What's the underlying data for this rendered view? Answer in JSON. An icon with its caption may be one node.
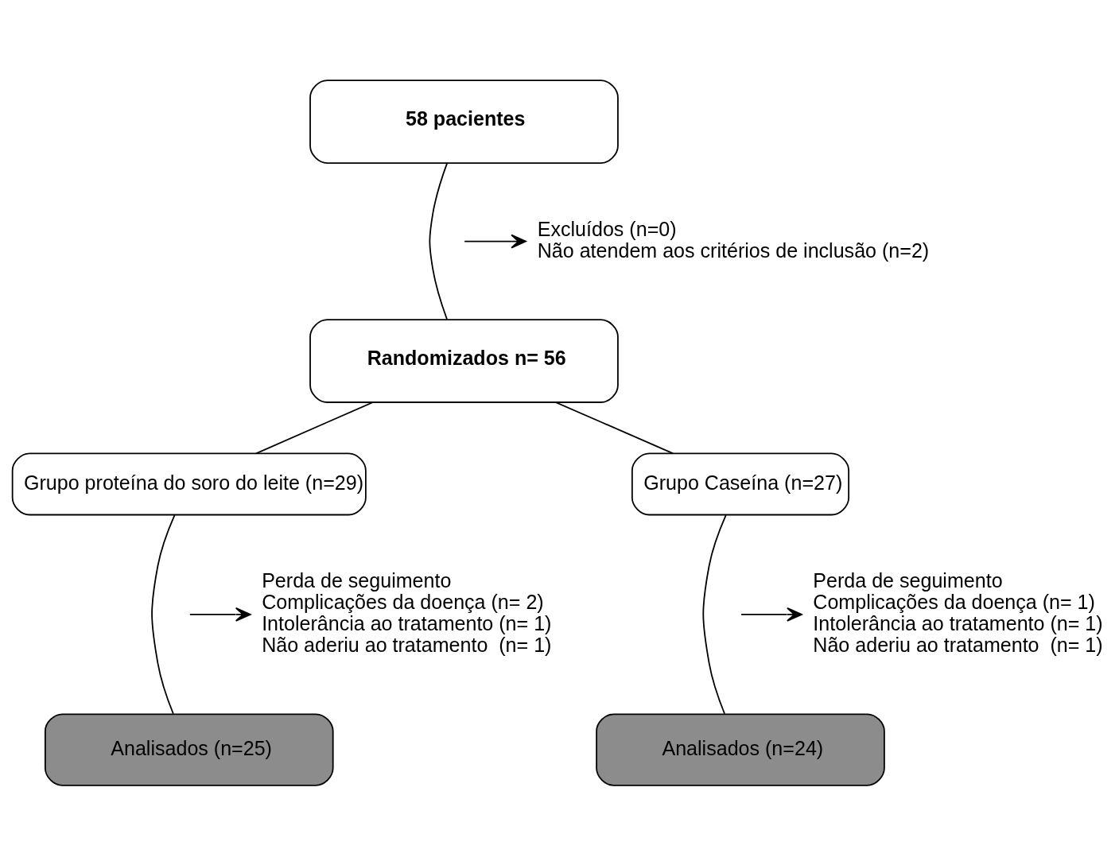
{
  "diagram": {
    "nodes": [
      {
        "text": [
          "58 pacientes"
        ]
      },
      {
        "text": [
          "Excluídos (n=0)",
          "Não atendem aos critérios de inclusão (n=2)"
        ]
      },
      {
        "text": [
          "Randomizados n= 56"
        ]
      },
      {
        "text": [
          "Grupo proteína do soro do leite (n=29)"
        ]
      },
      {
        "text": [
          "Grupo Caseína (n=27)"
        ]
      },
      {
        "text": [
          "Perda de seguimento",
          "Complicações da doença (n= 2)",
          "Intolerância ao tratamento (n= 1)",
          "Não aderiu ao tratamento  (n= 1)"
        ]
      },
      {
        "text": [
          "Analisados (n=25)"
        ]
      },
      {
        "text": [
          "Perda de seguimento",
          "Complicações da doença (n= 1)",
          "Intolerância ao tratamento (n= 1)",
          "Não aderiu ao tratamento  (n= 1)"
        ]
      },
      {
        "text": [
          "Analisados (n=24)"
        ]
      }
    ],
    "edges": [
      {
        "from": 0,
        "to": 2,
        "arrow": "none"
      },
      {
        "from": null,
        "to": 1,
        "arrow": "to"
      },
      {
        "from": 2,
        "to": 3,
        "arrow": "none"
      },
      {
        "from": 2,
        "to": 4,
        "arrow": "none"
      },
      {
        "from": 3,
        "to": 6,
        "arrow": "none"
      },
      {
        "from": null,
        "to": 5,
        "arrow": "to"
      },
      {
        "from": 4,
        "to": 8,
        "arrow": "none"
      },
      {
        "from": null,
        "to": 7,
        "arrow": "to"
      }
    ]
  }
}
